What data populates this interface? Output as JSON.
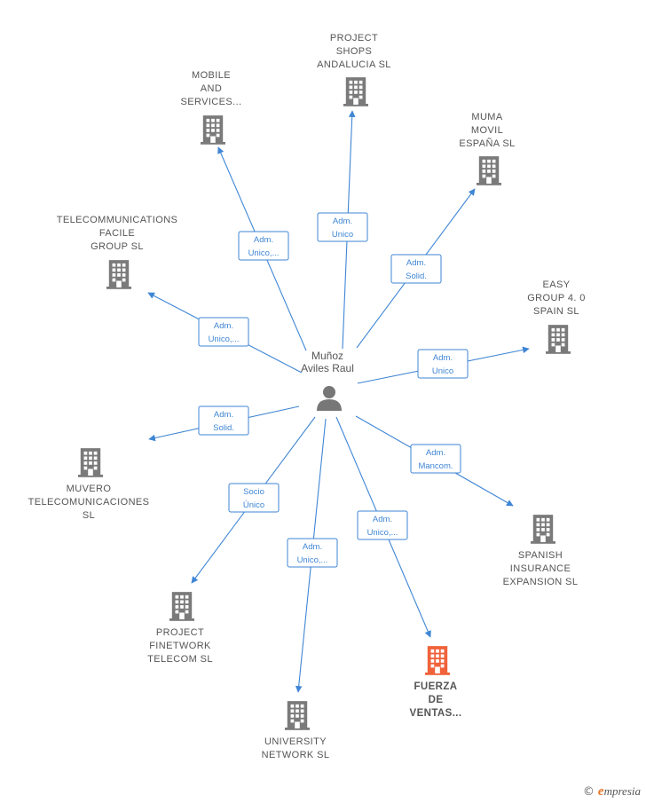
{
  "center": {
    "name_lines": [
      "Muñoz",
      "Aviles Raul"
    ],
    "icon": "person-icon",
    "color": "#777777"
  },
  "colors": {
    "node": "#7a7a7a",
    "node_highlight": "#f0623a",
    "edge": "#3f86d4"
  },
  "nodes": [
    {
      "id": "project-shops-andalucia",
      "label_lines": [
        "PROJECT",
        "SHOPS",
        "ANDALUCIA  SL"
      ],
      "icon": "building-icon",
      "highlight": false
    },
    {
      "id": "mobile-and-services",
      "label_lines": [
        "MOBILE",
        "AND",
        "SERVICES..."
      ],
      "icon": "building-icon",
      "highlight": false
    },
    {
      "id": "muma-movil-espana",
      "label_lines": [
        "MUMA",
        "MOVIL",
        "ESPAÑA  SL"
      ],
      "icon": "building-icon",
      "highlight": false
    },
    {
      "id": "telecommunications-facile-group",
      "label_lines": [
        "TELECOMMUNICATIONS",
        "FACILE",
        "GROUP  SL"
      ],
      "icon": "building-icon",
      "highlight": false
    },
    {
      "id": "easy-group-4-0-spain",
      "label_lines": [
        "EASY",
        "GROUP 4. 0",
        "SPAIN  SL"
      ],
      "icon": "building-icon",
      "highlight": false
    },
    {
      "id": "muvero-telecomunicaciones",
      "label_lines": [
        "MUVERO",
        "TELECOMUNICACIONES",
        "SL"
      ],
      "icon": "building-icon",
      "highlight": false
    },
    {
      "id": "spanish-insurance-expansion",
      "label_lines": [
        "SPANISH",
        "INSURANCE",
        "EXPANSION  SL"
      ],
      "icon": "building-icon",
      "highlight": false
    },
    {
      "id": "project-finetwork-telecom",
      "label_lines": [
        "PROJECT",
        "FINETWORK",
        "TELECOM  SL"
      ],
      "icon": "building-icon",
      "highlight": false
    },
    {
      "id": "fuerza-de-ventas",
      "label_lines": [
        "FUERZA",
        "DE",
        "VENTAS..."
      ],
      "icon": "building-icon",
      "highlight": true
    },
    {
      "id": "university-network",
      "label_lines": [
        "UNIVERSITY",
        "NETWORK  SL"
      ],
      "icon": "building-icon",
      "highlight": false
    }
  ],
  "edges": [
    {
      "to": "project-shops-andalucia",
      "label_lines": [
        "Adm.",
        "Unico"
      ]
    },
    {
      "to": "mobile-and-services",
      "label_lines": [
        "Adm.",
        "Unico,..."
      ]
    },
    {
      "to": "muma-movil-espana",
      "label_lines": [
        "Adm.",
        "Solid."
      ]
    },
    {
      "to": "telecommunications-facile-group",
      "label_lines": [
        "Adm.",
        "Unico,..."
      ]
    },
    {
      "to": "easy-group-4-0-spain",
      "label_lines": [
        "Adm.",
        "Unico"
      ]
    },
    {
      "to": "muvero-telecomunicaciones",
      "label_lines": [
        "Adm.",
        "Solid."
      ]
    },
    {
      "to": "spanish-insurance-expansion",
      "label_lines": [
        "Adm.",
        "Mancom."
      ]
    },
    {
      "to": "project-finetwork-telecom",
      "label_lines": [
        "Socio",
        "Único"
      ]
    },
    {
      "to": "fuerza-de-ventas",
      "label_lines": [
        "Adm.",
        "Unico,..."
      ]
    },
    {
      "to": "university-network",
      "label_lines": [
        "Adm.",
        "Unico,..."
      ]
    }
  ],
  "footer": {
    "copyright_symbol": "©",
    "brand_initial": "e",
    "brand_rest": "mpresia"
  }
}
